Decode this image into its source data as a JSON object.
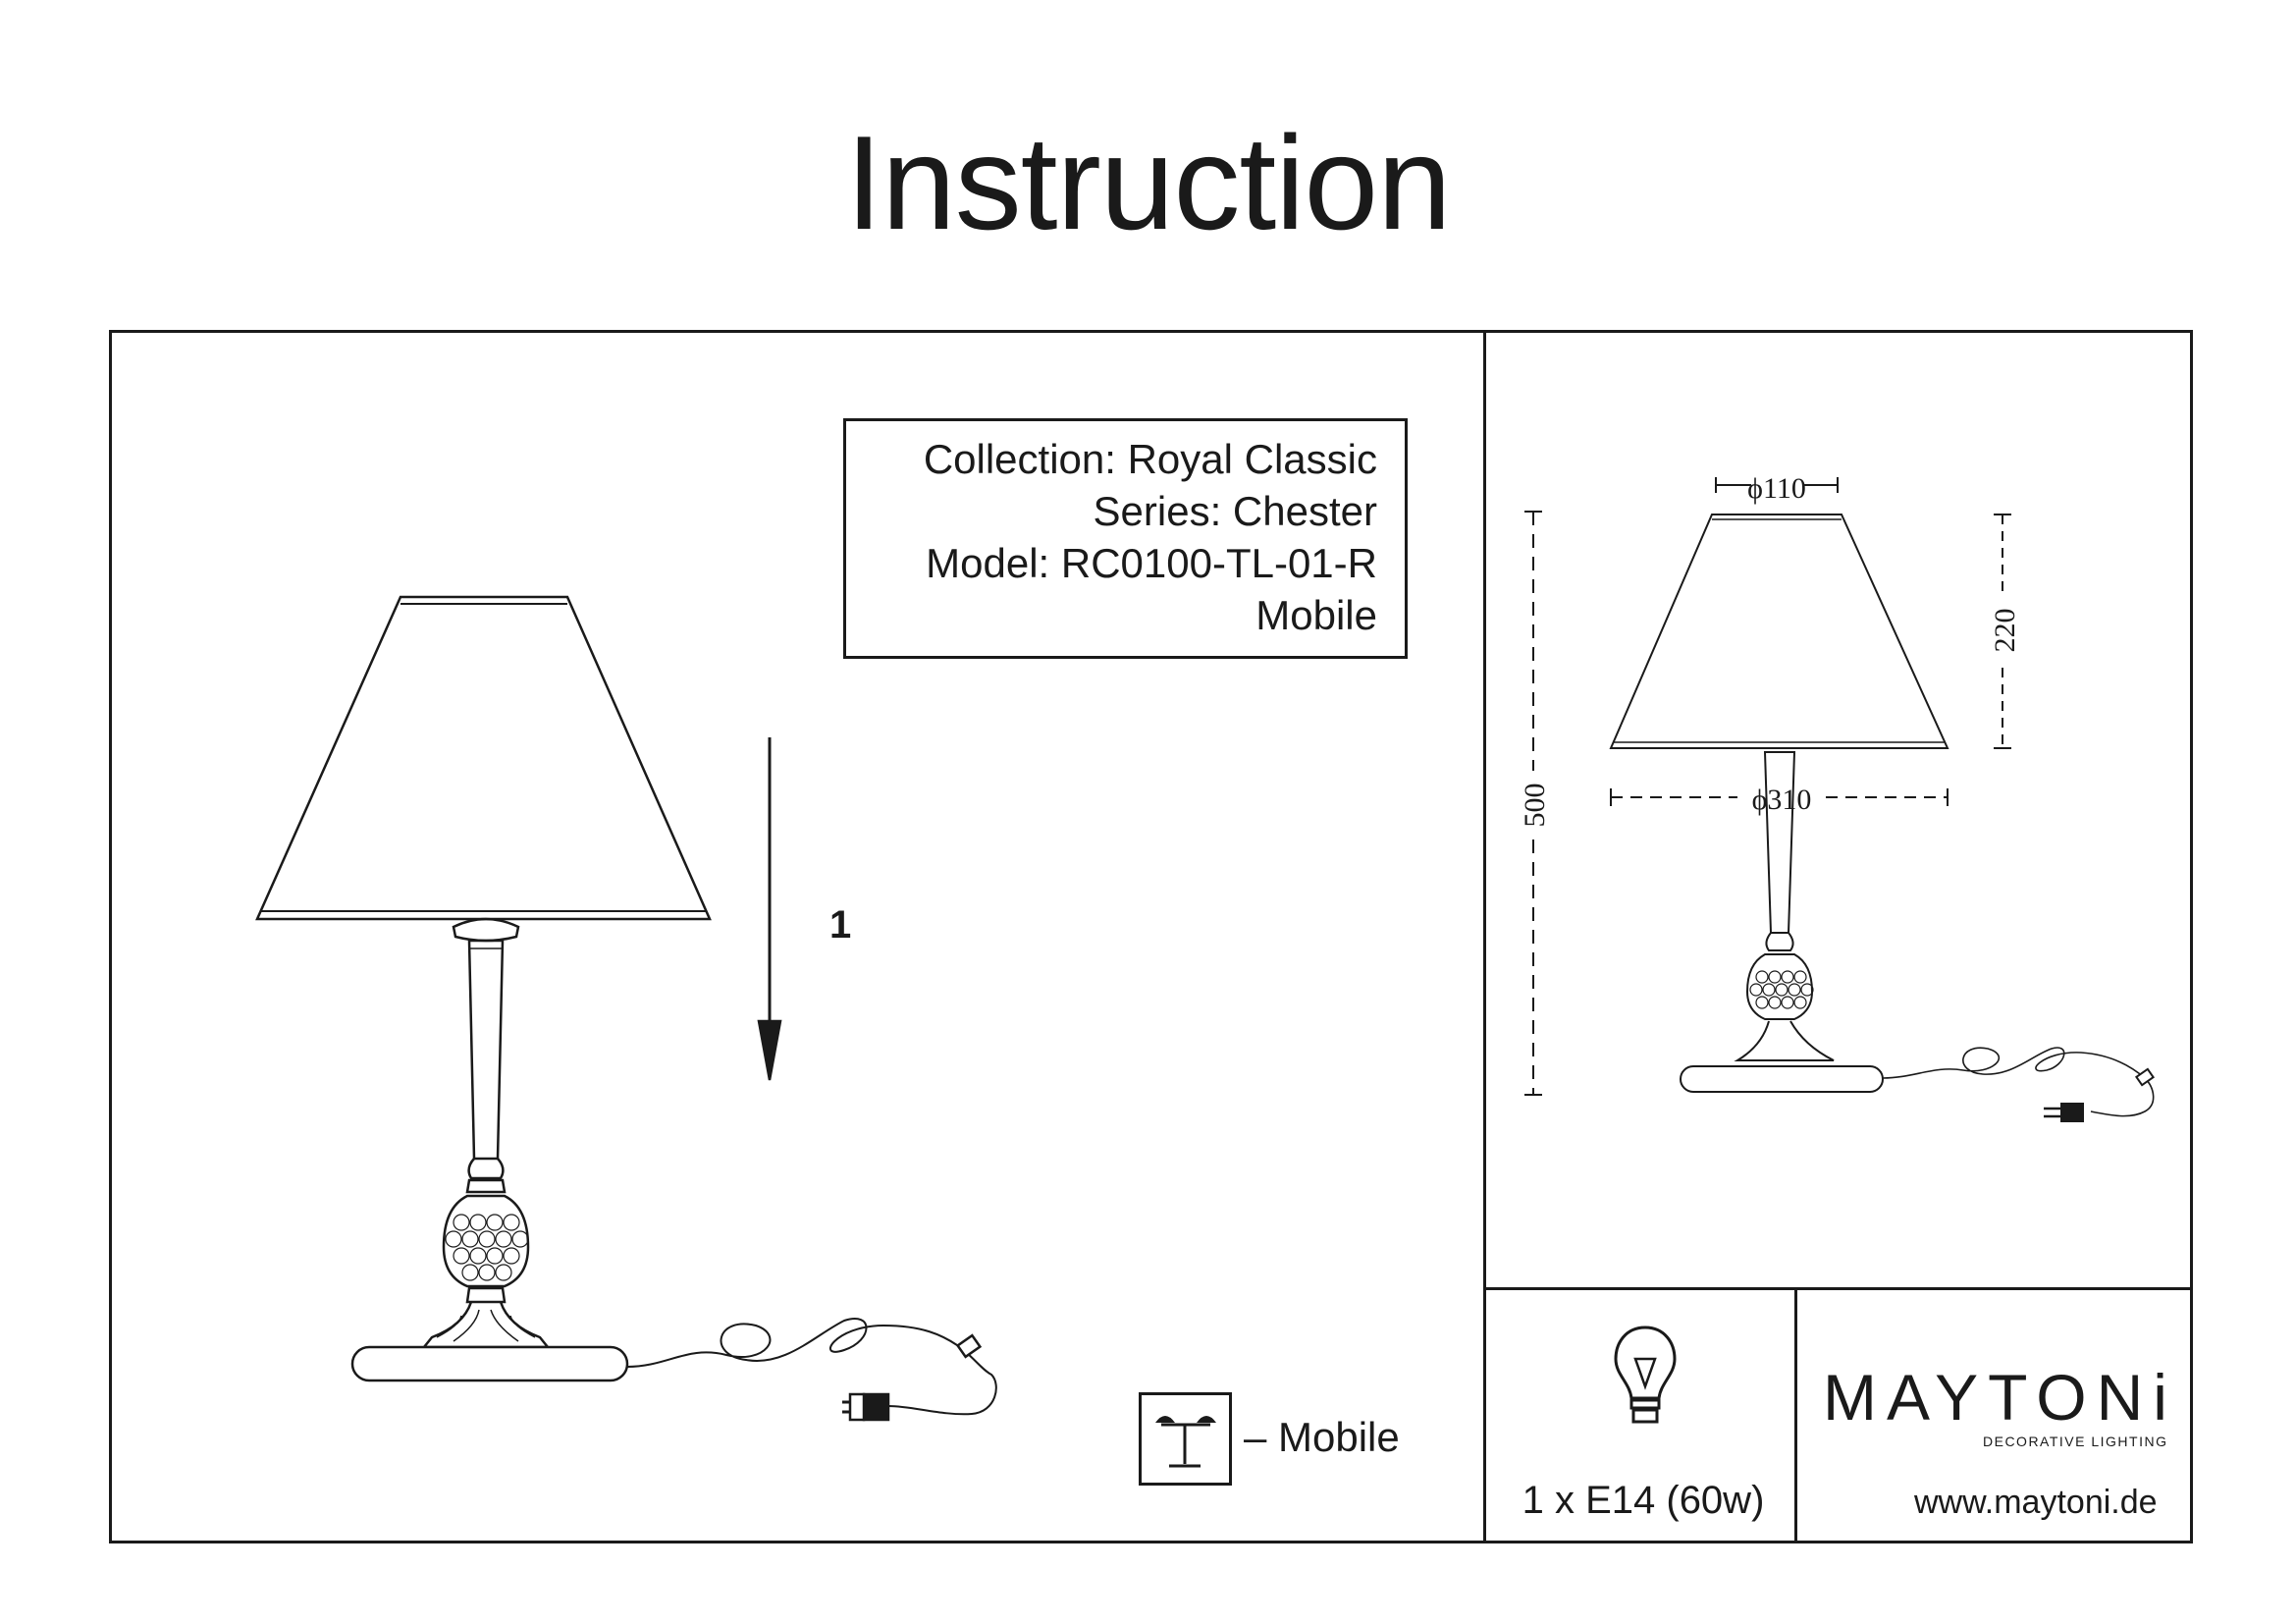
{
  "page": {
    "title": "Instruction"
  },
  "info": {
    "collection": "Collection: Royal Classic",
    "series": "Series: Chester",
    "model": "Model: RC0100-TL-01-R",
    "type": "Mobile"
  },
  "assembly": {
    "step": "1"
  },
  "legend": {
    "mobile": "– Mobile"
  },
  "dimensions": {
    "top_diameter": "ϕ110",
    "bottom_diameter": "ϕ310",
    "shade_height": "220",
    "total_height": "500"
  },
  "bulb": {
    "spec": "1 x E14 (60w)"
  },
  "brand": {
    "name": "MAYTONi",
    "tagline": "DECORATIVE LIGHTING",
    "website": "www.maytoni.de"
  }
}
